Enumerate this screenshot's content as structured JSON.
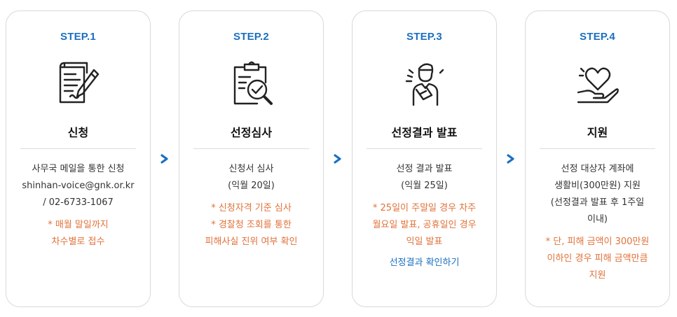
{
  "steps": [
    {
      "label": "STEP.1",
      "icon": "application-form-icon",
      "title": "신청",
      "lines": [
        "사무국 메일을 통한 신청",
        "shinhan-voice@gnk.or.kr",
        "/ 02-6733-1067"
      ],
      "notes": [
        "* 매월 말일까지",
        "차수별로 접수"
      ]
    },
    {
      "label": "STEP.2",
      "icon": "clipboard-check-icon",
      "title": "선정심사",
      "lines": [
        "신청서 심사",
        "(익월 20일)"
      ],
      "notes": [
        "* 신청자격 기준 심사",
        "* 경찰청 조회를 통한",
        "피해사실 진위 여부 확인"
      ]
    },
    {
      "label": "STEP.3",
      "icon": "announcer-person-icon",
      "title": "선정결과 발표",
      "lines": [
        "선정 결과 발표",
        "(익월 25일)"
      ],
      "notes": [
        "* 25일이 주말일 경우 차주",
        "월요일 발표, 공휴일인 경우",
        "익일 발표"
      ],
      "link": "선정결과 확인하기"
    },
    {
      "label": "STEP.4",
      "icon": "heart-hand-icon",
      "title": "지원",
      "lines": [
        "선정 대상자 계좌에",
        "생활비(300만원) 지원",
        "(선정결과 발표 후 1주일",
        "이내)"
      ],
      "notes": [
        "* 단, 피해 금액이 300만원",
        "이하인 경우 피해 금액만큼",
        "지원"
      ]
    }
  ],
  "colors": {
    "accent": "#1a6fc0",
    "note": "#e0723a",
    "arrow": "#1a6fc0"
  }
}
